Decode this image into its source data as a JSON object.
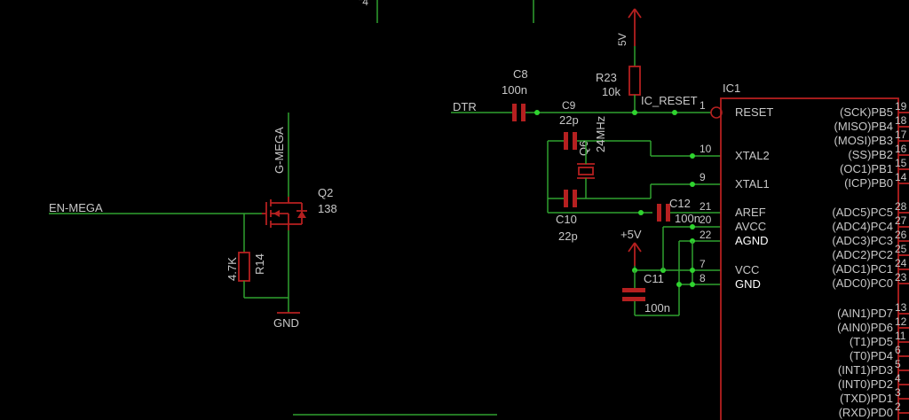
{
  "colors": {
    "background": "#000000",
    "net": "#2fa12f",
    "part": "#b52020",
    "label": "#c8c8c8",
    "junction": "#2fd42f"
  },
  "nets": {
    "dtr": "DTR",
    "ic_reset": "IC_RESET",
    "en_mega": "EN-MEGA",
    "g_mega": "G-MEGA",
    "gnd": "GND",
    "supply_5v": "5V",
    "supply_plus5v": "+5V"
  },
  "parts": {
    "c8": {
      "name": "C8",
      "value": "100n"
    },
    "c9": {
      "name": "C9",
      "value": "22p"
    },
    "c10": {
      "name": "C10",
      "value": "22p"
    },
    "c11": {
      "name": "C11",
      "value": "100n"
    },
    "c12": {
      "name": "C12",
      "value": "100n"
    },
    "r23": {
      "name": "R23",
      "value": "10k"
    },
    "r14": {
      "name": "R14",
      "value": "4.7K"
    },
    "q2": {
      "name": "Q2",
      "value": "138"
    },
    "q6": {
      "name": "Q6",
      "value": "24MHz"
    },
    "ic1": {
      "name": "IC1"
    }
  },
  "ic1_left_pins": [
    {
      "name": "RESET",
      "num": "1"
    },
    {
      "name": "XTAL2",
      "num": "10"
    },
    {
      "name": "XTAL1",
      "num": "9"
    },
    {
      "name": "AREF",
      "num": "21"
    },
    {
      "name": "AVCC",
      "num": "20"
    },
    {
      "name": "AGND",
      "num": "22"
    },
    {
      "name": "VCC",
      "num": "7"
    },
    {
      "name": "GND",
      "num": "8"
    }
  ],
  "ic1_right_pins": [
    {
      "name": "(SCK)PB5",
      "num": "19"
    },
    {
      "name": "(MISO)PB4",
      "num": "18"
    },
    {
      "name": "(MOSI)PB3",
      "num": "17"
    },
    {
      "name": "(SS)PB2",
      "num": "16"
    },
    {
      "name": "(OC1)PB1",
      "num": "15"
    },
    {
      "name": "(ICP)PB0",
      "num": "14"
    },
    {
      "name": "(ADC5)PC5",
      "num": "28"
    },
    {
      "name": "(ADC4)PC4",
      "num": "27"
    },
    {
      "name": "(ADC3)PC3",
      "num": "26"
    },
    {
      "name": "(ADC2)PC2",
      "num": "25"
    },
    {
      "name": "(ADC1)PC1",
      "num": "24"
    },
    {
      "name": "(ADC0)PC0",
      "num": "23"
    },
    {
      "name": "(AIN1)PD7",
      "num": "13"
    },
    {
      "name": "(AIN0)PD6",
      "num": "12"
    },
    {
      "name": "(T1)PD5",
      "num": "11"
    },
    {
      "name": "(T0)PD4",
      "num": "6"
    },
    {
      "name": "(INT1)PD3",
      "num": "5"
    },
    {
      "name": "(INT0)PD2",
      "num": "4"
    },
    {
      "name": "(TXD)PD1",
      "num": "3"
    },
    {
      "name": "(RXD)PD0",
      "num": "2"
    }
  ]
}
